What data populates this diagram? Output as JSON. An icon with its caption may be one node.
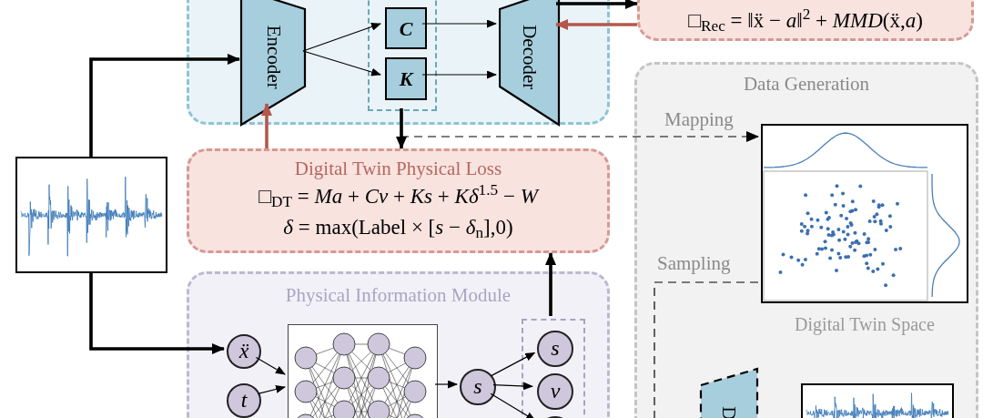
{
  "diagram": {
    "nodes": [
      {
        "text": [],
        "shape": "box"
      },
      {
        "text": [
          "Encoder"
        ],
        "in": 0
      },
      {
        "text": [],
        "shape": "box",
        "in": 0
      },
      {
        "text": [
          "C"
        ],
        "in": 2
      },
      {
        "text": [
          "K"
        ],
        "in": 2
      },
      {
        "text": [
          "Decoder"
        ],
        "in": 0
      },
      {
        "text": [
          "□$_{Rec}$ = ‖ẍ − *a*‖$^{2}$ + *MMD*(ẍ,*a*)"
        ]
      },
      {
        "text": [],
        "shape": "picture"
      },
      {
        "text": [
          "Digital Twin Physical Loss",
          "□$_{DT}$ = *Ma* + *Cv* + *Ks* + *Kδ*$^{1.5}$ − *W*",
          "*δ* = max(Label × [*s* − *δ*$_{n}$],0)"
        ]
      },
      {
        "text": [
          "Physical Information Module"
        ]
      },
      {
        "text": [
          "ẍ"
        ],
        "in": 9
      },
      {
        "text": [
          "t"
        ],
        "in": 9
      },
      {
        "text": [],
        "shape": "picture",
        "in": 9
      },
      {
        "text": [
          "s"
        ],
        "in": 9
      },
      {
        "text": [],
        "shape": "box",
        "in": 9
      },
      {
        "text": [
          "s"
        ],
        "in": 14
      },
      {
        "text": [
          "v"
        ],
        "in": 14
      },
      {
        "text": [],
        "shape": "circle",
        "in": 14
      },
      {
        "text": [
          "Data Generation"
        ]
      },
      {
        "text": [],
        "shape": "picture",
        "in": 18,
        "beside": [
          "Digital Twin Space"
        ]
      },
      {
        "text": [
          "D"
        ],
        "in": 18
      },
      {
        "text": [],
        "shape": "picture",
        "in": 18
      }
    ],
    "edges": [
      {
        "from": 7,
        "to": 1,
        "arrow": "to",
        "style": "thick"
      },
      {
        "from": 1,
        "to": 3,
        "arrow": "to"
      },
      {
        "from": 1,
        "to": 4,
        "arrow": "to"
      },
      {
        "from": 3,
        "to": 5,
        "arrow": "to"
      },
      {
        "from": 4,
        "to": 5,
        "arrow": "to"
      },
      {
        "from": 5,
        "to": 6,
        "arrow": "to",
        "style": "thick"
      },
      {
        "from": 6,
        "to": 5,
        "arrow": "to",
        "style": "thick",
        "color": "#b5574b"
      },
      {
        "from": 8,
        "to": 1,
        "arrow": "to",
        "style": "thick",
        "color": "#b5574b"
      },
      {
        "from": 2,
        "to": 8,
        "arrow": "to",
        "style": "thick"
      },
      {
        "from": 2,
        "to": 19,
        "arrow": "to",
        "style": "dashed",
        "label": "Mapping"
      },
      {
        "from": 7,
        "to": 10,
        "arrow": "to",
        "style": "thick"
      },
      {
        "from": 10,
        "to": 12,
        "arrow": "to"
      },
      {
        "from": 11,
        "to": 12,
        "arrow": "to"
      },
      {
        "from": 12,
        "to": 13,
        "arrow": "to"
      },
      {
        "from": 13,
        "to": 15,
        "arrow": "to"
      },
      {
        "from": 13,
        "to": 16,
        "arrow": "to"
      },
      {
        "from": 13,
        "to": 17,
        "arrow": "to"
      },
      {
        "from": 14,
        "to": 8,
        "arrow": "to",
        "style": "thick"
      },
      {
        "from": 19,
        "to": null,
        "arrow": "none",
        "style": "dashed",
        "label": "Sampling"
      }
    ]
  }
}
